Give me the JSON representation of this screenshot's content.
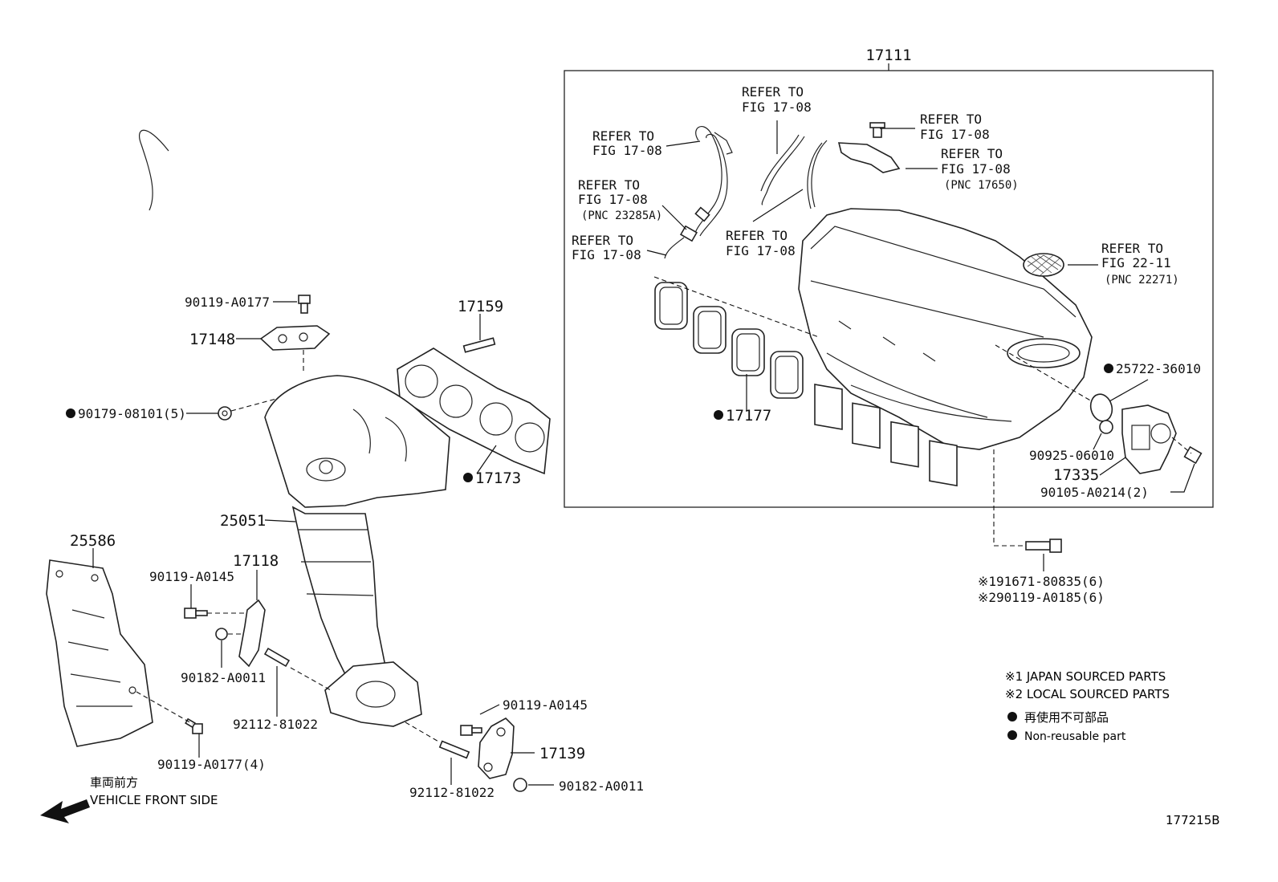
{
  "figure_id": "177215B",
  "box_label": "17111",
  "refer_to": "REFER TO",
  "fig_1708": "FIG 17-08",
  "fig_2211": "FIG 22-11",
  "pnc_23285a": "(PNC 23285A)",
  "pnc_17650": "(PNC 17650)",
  "pnc_22271": "(PNC 22271)",
  "labels": {
    "p17159": "17159",
    "p17148": "17148",
    "p90119_A0177": "90119-A0177",
    "p90179": "90179-08101(5)",
    "p17173": "17173",
    "p25051": "25051",
    "p25586": "25586",
    "p17118": "17118",
    "p90119_A0145_a": "90119-A0145",
    "p90182_A0011_a": "90182-A0011",
    "p92112_a": "92112-81022",
    "p90119_A0177_4": "90119-A0177(4)",
    "p90119_A0145_b": "90119-A0145",
    "p17139": "17139",
    "p92112_b": "92112-81022",
    "p90182_A0011_b": "90182-A0011",
    "p17177": "17177",
    "p25722": "25722-36010",
    "p90925": "90925-06010",
    "p17335": "17335",
    "p90105": "90105-A0214(2)",
    "p191671": "※191671-80835(6)",
    "p290119": "※290119-A0185(6)"
  },
  "legend": {
    "japan": "※1 JAPAN SOURCED PARTS",
    "local": "※2 LOCAL SOURCED PARTS",
    "non_reusable_jp": "再使用不可部品",
    "non_reusable_en": "Non-reusable part"
  },
  "front": {
    "jp": "車両前方",
    "en": "VEHICLE FRONT SIDE"
  }
}
